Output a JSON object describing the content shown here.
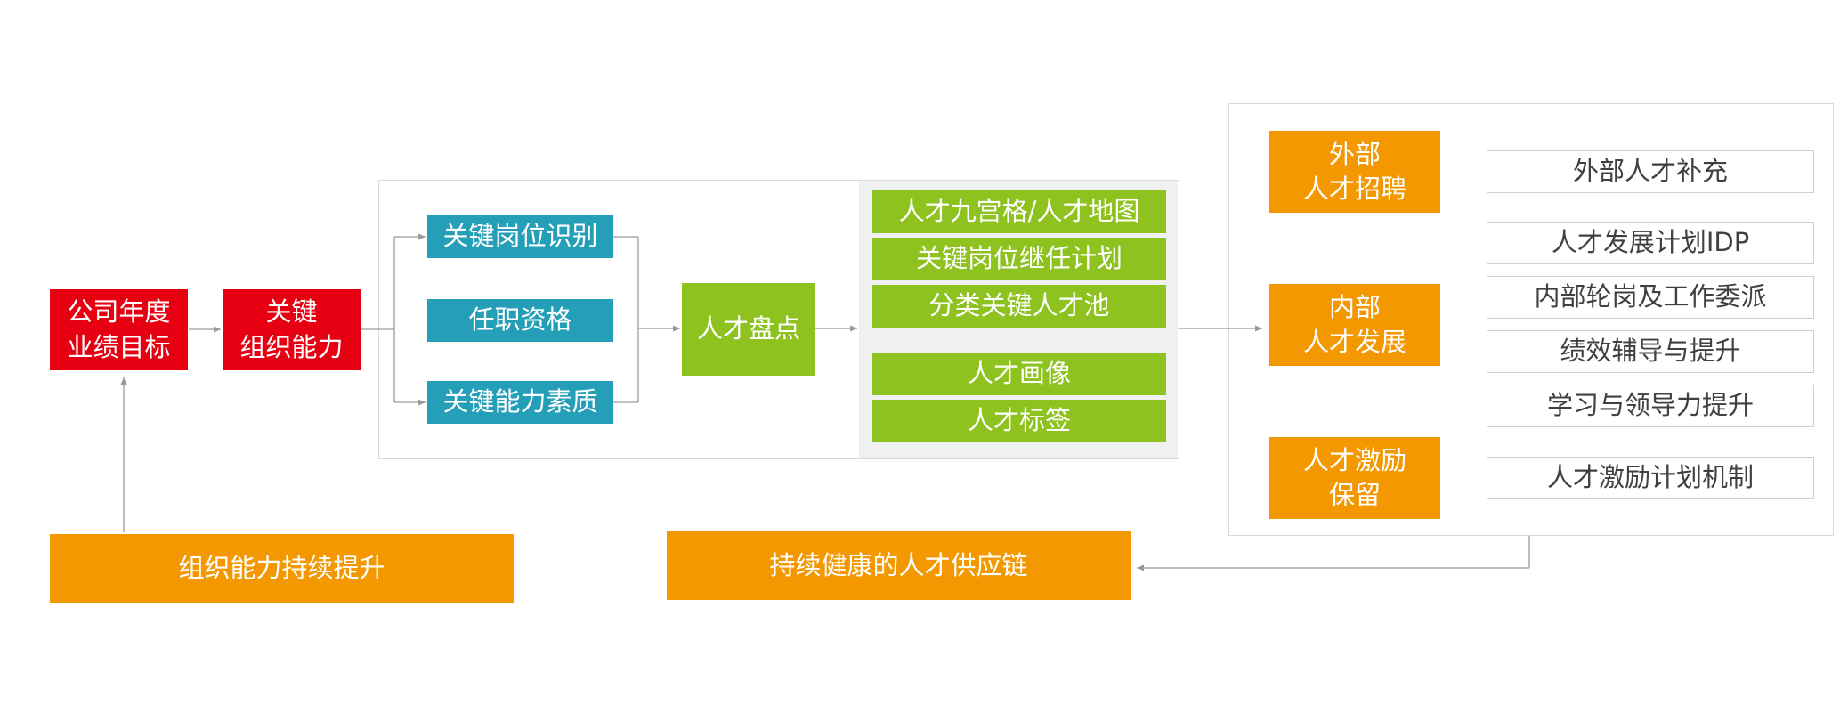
{
  "colors": {
    "red": "#e60012",
    "teal": "#249fb7",
    "green": "#8ec21f",
    "orange": "#f39800",
    "line": "#9a9a9a"
  },
  "nodes": {
    "goal": {
      "line1": "公司年度",
      "line2": "业绩目标"
    },
    "capability": {
      "line1": "关键",
      "line2": "组织能力"
    },
    "key_position": "关键岗位识别",
    "qualification": "任职资格",
    "key_competency": "关键能力素质",
    "talent_review": "人才盘点",
    "review_outputs": [
      "人才九宫格/人才地图",
      "关键岗位继任计划",
      "分类关键人才池"
    ],
    "profile_outputs": [
      "人才画像",
      "人才标签"
    ],
    "external": {
      "line1": "外部",
      "line2": "人才招聘"
    },
    "internal": {
      "line1": "内部",
      "line2": "人才发展"
    },
    "retention": {
      "line1": "人才激励",
      "line2": "保留"
    },
    "external_actions": [
      "外部人才补充"
    ],
    "internal_actions": [
      "人才发展计划IDP",
      "内部轮岗及工作委派",
      "绩效辅导与提升",
      "学习与领导力提升"
    ],
    "retention_actions": [
      "人才激励计划机制"
    ],
    "org_improvement": "组织能力持续提升",
    "supply_chain": "持续健康的人才供应链"
  }
}
